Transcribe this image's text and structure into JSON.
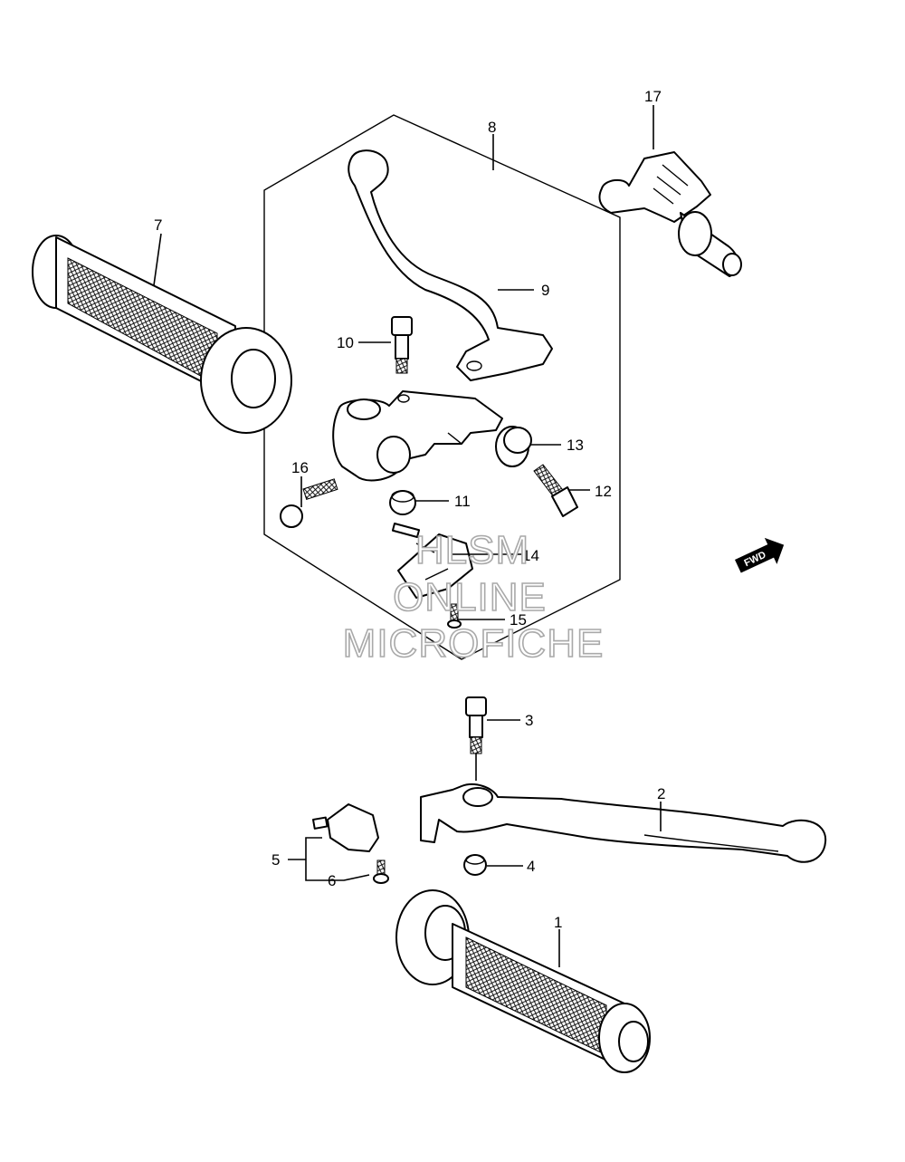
{
  "callouts": {
    "c1": "1",
    "c2": "2",
    "c3": "3",
    "c4": "4",
    "c5": "5",
    "c6": "6",
    "c7": "7",
    "c8": "8",
    "c9": "9",
    "c10": "10",
    "c11": "11",
    "c12": "12",
    "c13": "13",
    "c14": "14",
    "c15": "15",
    "c16": "16",
    "c17": "17"
  },
  "watermark": {
    "line1": "HLSM",
    "line2": "ONLINE",
    "line3": "MICROFICHE"
  },
  "direction_badge": "FWD",
  "colors": {
    "ink": "#000000",
    "watermark": "#a9a9a9",
    "paper": "#ffffff"
  }
}
